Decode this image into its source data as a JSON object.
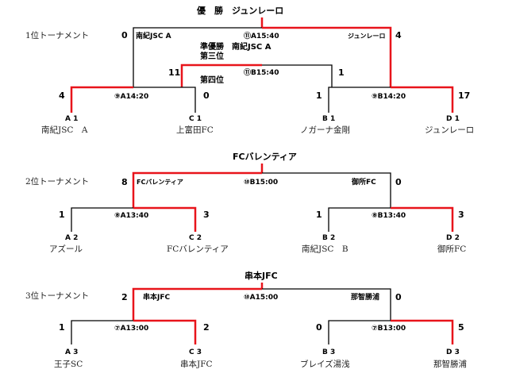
{
  "tournaments": [
    {
      "title": "1位トーナメント",
      "champion": "優　勝　ジュンレーロ",
      "final": {
        "code": "⑪A15:40",
        "left_score": "0",
        "left_team": "南紀JSC A",
        "right_score": "4",
        "right_team": "ジュンレーロ"
      },
      "third_place_labels": {
        "line1": "準優勝　南紀JSC A",
        "line2": "第三位",
        "line3": "第四位"
      },
      "third_match": {
        "code": "⑪B15:40",
        "left_score": "11",
        "right_score": "1"
      },
      "semi_left": {
        "code": "⑨A14:20",
        "left_score": "4",
        "right_score": "0"
      },
      "semi_right": {
        "code": "⑨B14:20",
        "left_score": "1",
        "right_score": "17"
      },
      "teams": [
        {
          "slot": "A 1",
          "name": "南紀JSC　A"
        },
        {
          "slot": "C 1",
          "name": "上富田FC"
        },
        {
          "slot": "B 1",
          "name": "ノガーナ金剛"
        },
        {
          "slot": "D 1",
          "name": "ジュンレーロ"
        }
      ]
    },
    {
      "title": "2位トーナメント",
      "champion": "FCバレンティア",
      "final": {
        "code": "⑩B15:00",
        "left_score": "8",
        "left_team": "FCバレンティア",
        "right_score": "0",
        "right_team": "御所FC"
      },
      "semi_left": {
        "code": "⑧A13:40",
        "left_score": "1",
        "right_score": "3"
      },
      "semi_right": {
        "code": "⑧B13:40",
        "left_score": "1",
        "right_score": "3"
      },
      "teams": [
        {
          "slot": "A 2",
          "name": "アズール"
        },
        {
          "slot": "C 2",
          "name": "FCバレンティア"
        },
        {
          "slot": "B 2",
          "name": "南紀JSC　B"
        },
        {
          "slot": "D 2",
          "name": "御所FC"
        }
      ]
    },
    {
      "title": "3位トーナメント",
      "champion": "串本JFC",
      "final": {
        "code": "⑩A15:00",
        "left_score": "2",
        "left_team": "串本JFC",
        "right_score": "0",
        "right_team": "那智勝浦"
      },
      "semi_left": {
        "code": "⑦A13:00",
        "left_score": "1",
        "right_score": "2"
      },
      "semi_right": {
        "code": "⑦B13:00",
        "left_score": "0",
        "right_score": "5"
      },
      "teams": [
        {
          "slot": "A 3",
          "name": "王子SC"
        },
        {
          "slot": "C 3",
          "name": "串本JFC"
        },
        {
          "slot": "B 3",
          "name": "ブレイズ湯浅"
        },
        {
          "slot": "D 3",
          "name": "那智勝浦"
        }
      ]
    }
  ],
  "colors": {
    "win": "#e8141b",
    "line": "#000000"
  }
}
